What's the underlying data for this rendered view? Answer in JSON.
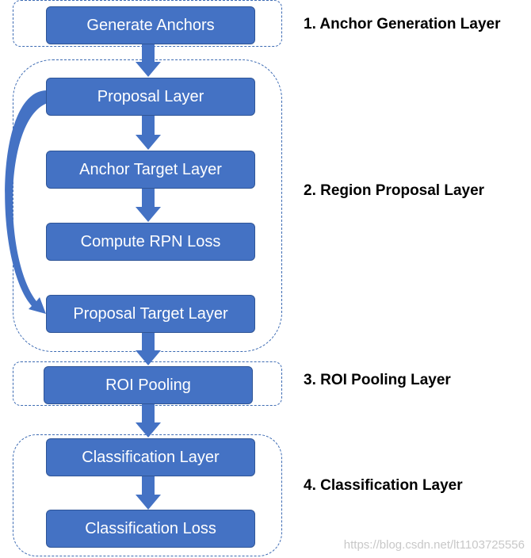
{
  "boxes": {
    "generate_anchors": "Generate Anchors",
    "proposal_layer": "Proposal Layer",
    "anchor_target_layer": "Anchor Target Layer",
    "compute_rpn_loss": "Compute RPN Loss",
    "proposal_target_layer": "Proposal Target Layer",
    "roi_pooling": "ROI Pooling",
    "classification_layer": "Classification Layer",
    "classification_loss": "Classification Loss"
  },
  "layers": {
    "anchor_generation": "1. Anchor Generation Layer",
    "region_proposal": "2. Region Proposal Layer",
    "roi_pooling": "3. ROI Pooling Layer",
    "classification": "4. Classification Layer"
  },
  "watermark": "https://blog.csdn.net/lt1103725556",
  "colors": {
    "box_fill": "#4472c4",
    "box_border": "#2f5597",
    "group_border": "#3d6bb3",
    "arrow": "#4472c4"
  }
}
